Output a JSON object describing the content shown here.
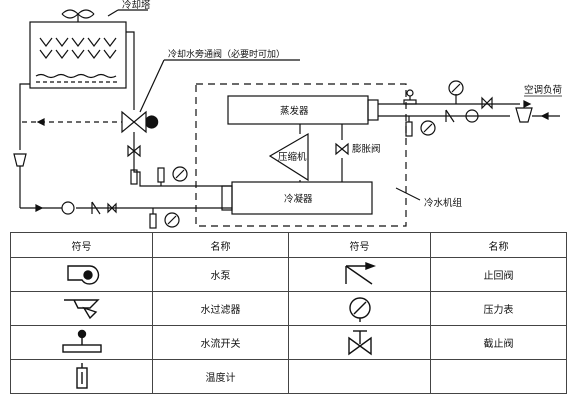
{
  "labels": {
    "cooling_tower": "冷却塔",
    "bypass_valve": "冷却水旁通阀（必要时可加）",
    "evaporator": "蒸发器",
    "compressor": "压缩机",
    "expansion_valve": "膨胀阀",
    "condenser": "冷凝器",
    "chiller_unit": "冷水机组",
    "ac_load": "空调负荷"
  },
  "legend": {
    "header_symbol": "符号",
    "header_name": "名称",
    "rows": [
      {
        "left_name": "水泵",
        "right_name": "止回阀"
      },
      {
        "left_name": "水过滤器",
        "right_name": "压力表"
      },
      {
        "left_name": "水流开关",
        "right_name": "截止阀"
      },
      {
        "left_name": "温度计",
        "right_name": ""
      }
    ]
  }
}
